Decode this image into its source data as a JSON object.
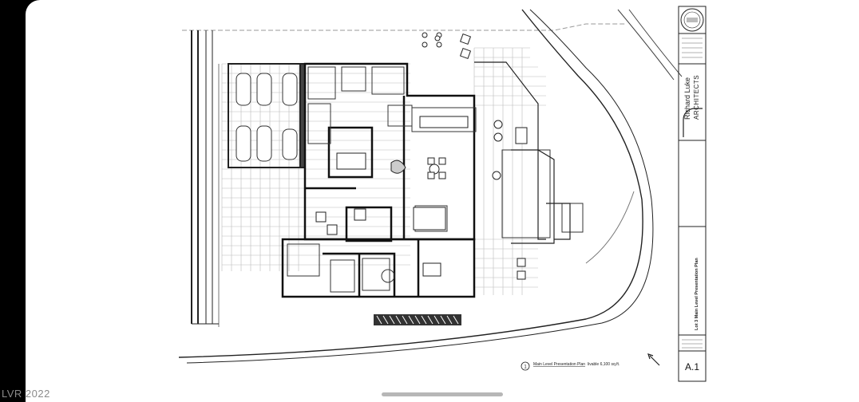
{
  "viewer": {
    "watermark": "LVR 2022"
  },
  "title_block": {
    "firm_line1": "Richard Luke",
    "firm_line2": "ARCHITECTS",
    "project_line": "Lot 3  Main Level Presentation Plan",
    "sheet_number": "A.1"
  },
  "plan": {
    "caption_number": "1",
    "caption_title": "Main Level Presentation Plan",
    "caption_area": "livable 6,100 sq.ft."
  }
}
